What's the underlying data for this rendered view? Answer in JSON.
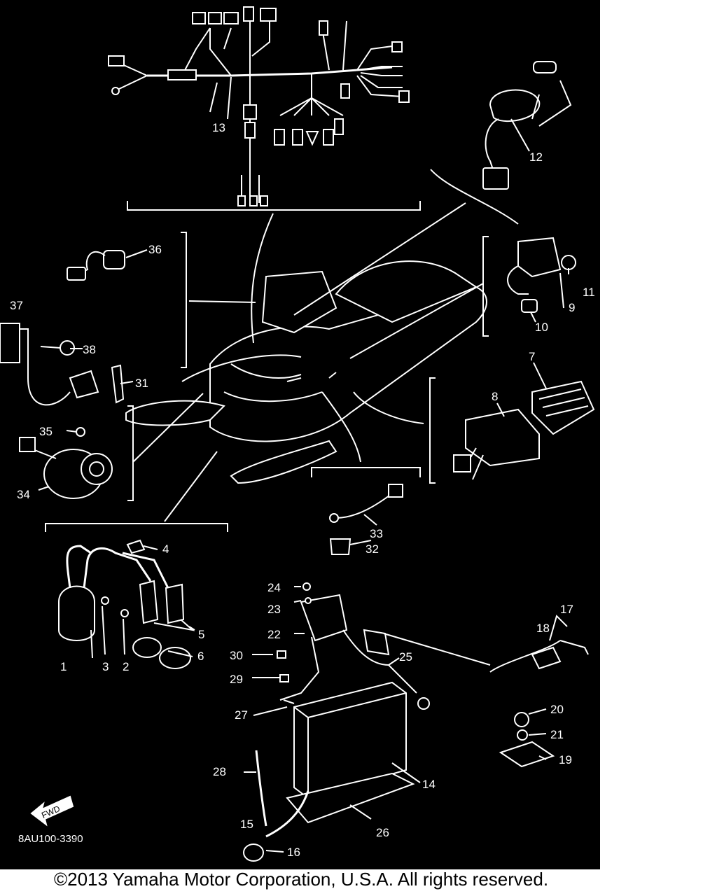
{
  "diagram": {
    "background": "#000000",
    "line_color": "#ffffff",
    "panel_code": "8AU100-3390",
    "fwd_label": "FWD",
    "callouts": [
      {
        "id": "c1",
        "label": "1"
      },
      {
        "id": "c2",
        "label": "2"
      },
      {
        "id": "c3",
        "label": "3"
      },
      {
        "id": "c4",
        "label": "4"
      },
      {
        "id": "c5",
        "label": "5"
      },
      {
        "id": "c6",
        "label": "6"
      },
      {
        "id": "c7",
        "label": "7"
      },
      {
        "id": "c8",
        "label": "8"
      },
      {
        "id": "c9",
        "label": "9"
      },
      {
        "id": "c10",
        "label": "10"
      },
      {
        "id": "c11",
        "label": "11"
      },
      {
        "id": "c12",
        "label": "12"
      },
      {
        "id": "c13",
        "label": "13"
      },
      {
        "id": "c14",
        "label": "14"
      },
      {
        "id": "c15",
        "label": "15"
      },
      {
        "id": "c16",
        "label": "16"
      },
      {
        "id": "c17",
        "label": "17"
      },
      {
        "id": "c18",
        "label": "18"
      },
      {
        "id": "c19",
        "label": "19"
      },
      {
        "id": "c20",
        "label": "20"
      },
      {
        "id": "c21",
        "label": "21"
      },
      {
        "id": "c22",
        "label": "22"
      },
      {
        "id": "c23",
        "label": "23"
      },
      {
        "id": "c24",
        "label": "24"
      },
      {
        "id": "c25",
        "label": "25"
      },
      {
        "id": "c26",
        "label": "26"
      },
      {
        "id": "c27",
        "label": "27"
      },
      {
        "id": "c28",
        "label": "28"
      },
      {
        "id": "c29",
        "label": "29"
      },
      {
        "id": "c30",
        "label": "30"
      },
      {
        "id": "c31",
        "label": "31"
      },
      {
        "id": "c32",
        "label": "32"
      },
      {
        "id": "c33",
        "label": "33"
      },
      {
        "id": "c34",
        "label": "34"
      },
      {
        "id": "c35",
        "label": "35"
      },
      {
        "id": "c36",
        "label": "36"
      },
      {
        "id": "c37",
        "label": "37"
      },
      {
        "id": "c38",
        "label": "38"
      }
    ]
  },
  "footer": {
    "copyright": "©2013 Yamaha Motor Corporation, U.S.A. All rights reserved."
  }
}
